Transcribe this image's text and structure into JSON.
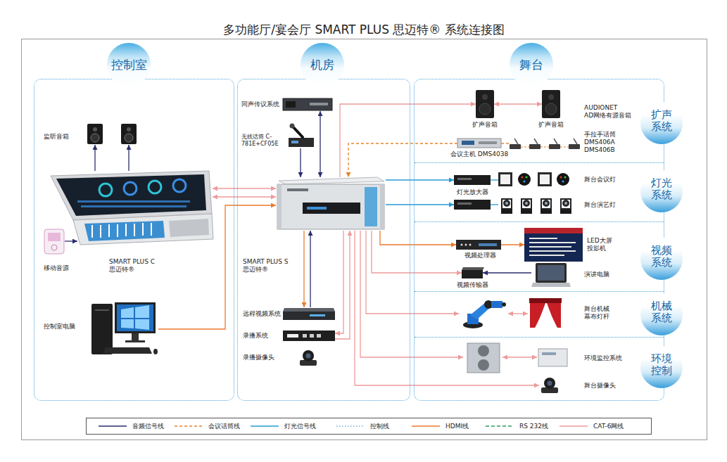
{
  "diagram": {
    "title": "多功能厅/宴会厅 SMART PLUS 思迈特® 系统连接图",
    "nodes": [
      {
        "text": [
          "控制室"
        ]
      },
      {
        "text": [
          "监听音箱"
        ],
        "in": 0
      },
      {
        "text": [
          "SMART PLUS C 思迈特®"
        ],
        "in": 0
      },
      {
        "text": [
          "移动音源"
        ],
        "in": 0
      },
      {
        "text": [
          "控制室电脑"
        ],
        "in": 0
      },
      {
        "text": [
          "机房"
        ]
      },
      {
        "text": [
          "同声传议系统"
        ],
        "in": 5
      },
      {
        "text": [
          "无线话筒 C-781E+CF05E"
        ],
        "in": 5
      },
      {
        "text": [
          "SMART PLUS S 思迈特®"
        ],
        "in": 5
      },
      {
        "text": [
          "远程视频系统"
        ],
        "in": 5
      },
      {
        "text": [
          "录播系统"
        ],
        "in": 5
      },
      {
        "text": [
          "录播摄像头"
        ],
        "in": 5
      },
      {
        "text": [
          "舞台"
        ]
      },
      {
        "text": [
          "扩声系统"
        ],
        "in": 12
      },
      {
        "text": [
          "扩声音箱"
        ],
        "in": 13
      },
      {
        "text": [
          "扩声音箱"
        ],
        "in": 13
      },
      {
        "text": [
          "会议主机 DMS4038"
        ],
        "in": 13
      },
      {
        "text": [
          "手拉手话筒 DMS406A DMS406B"
        ],
        "in": 13
      },
      {
        "text": [
          "灯光系统"
        ],
        "in": 12
      },
      {
        "text": [
          "灯光放大器"
        ],
        "in": 18
      },
      {
        "text": [
          "舞台会议灯"
        ],
        "in": 18
      },
      {
        "text": [
          "舞台演艺灯"
        ],
        "in": 18
      },
      {
        "text": [
          "视频系统"
        ],
        "in": 12
      },
      {
        "text": [
          "视频处理器"
        ],
        "in": 22
      },
      {
        "text": [
          "LED大屏 投影机"
        ],
        "in": 22
      },
      {
        "text": [
          "视频传输器"
        ],
        "in": 22
      },
      {
        "text": [
          "演讲电脑"
        ],
        "in": 22
      },
      {
        "text": [
          "机械系统"
        ],
        "in": 12
      },
      {
        "text": [
          "舞台机械 幕布灯杆"
        ],
        "in": 27
      },
      {
        "text": [
          "环境控制"
        ],
        "in": 12
      },
      {
        "text": [
          "环境监控系统"
        ],
        "in": 29
      },
      {
        "text": [
          "舞台摄像头"
        ],
        "in": 29
      }
    ],
    "edges": [
      {
        "from": 2,
        "to": 8,
        "arrow": "both"
      },
      {
        "from": 2,
        "to": 8,
        "arrow": "both"
      },
      {
        "from": 4,
        "to": 8,
        "arrow": "to"
      },
      {
        "from": 3,
        "to": 2,
        "arrow": "to"
      },
      {
        "from": 2,
        "to": 1,
        "arrow": "to"
      },
      {
        "from": 2,
        "to": 1,
        "arrow": "to"
      },
      {
        "from": 6,
        "to": 8,
        "arrow": "both"
      },
      {
        "from": 7,
        "to": 8,
        "arrow": "to"
      },
      {
        "from": 8,
        "to": 9,
        "arrow": "to"
      },
      {
        "from": 9,
        "to": 8,
        "arrow": "to"
      },
      {
        "from": 8,
        "to": 10,
        "arrow": "to"
      },
      {
        "from": 10,
        "to": 8,
        "arrow": "to"
      },
      {
        "from": 8,
        "to": 14,
        "arrow": "to"
      },
      {
        "from": 14,
        "to": 15,
        "arrow": "both"
      },
      {
        "from": 16,
        "to": 8,
        "arrow": "to"
      },
      {
        "from": 16,
        "to": 17,
        "arrow": "none"
      },
      {
        "from": 8,
        "to": 19,
        "arrow": "to"
      },
      {
        "from": 8,
        "to": 19,
        "arrow": "to"
      },
      {
        "from": 19,
        "to": 20,
        "arrow": "none"
      },
      {
        "from": 19,
        "to": 21,
        "arrow": "none"
      },
      {
        "from": 8,
        "to": 23,
        "arrow": "to"
      },
      {
        "from": 23,
        "to": 24,
        "arrow": "to"
      },
      {
        "from": 8,
        "to": 25,
        "arrow": "to"
      },
      {
        "from": 26,
        "to": 25,
        "arrow": "to"
      },
      {
        "from": 8,
        "to": 28,
        "arrow": "to"
      },
      {
        "from": 8,
        "to": 30,
        "arrow": "to"
      },
      {
        "from": 8,
        "to": 31,
        "arrow": "to"
      }
    ],
    "labels": [
      "AUDIONET AD网络有源音箱"
    ],
    "legend": [
      {
        "text": "音频信号线"
      },
      {
        "text": "会议话筒线"
      },
      {
        "text": "灯光信号线"
      },
      {
        "text": "控制线"
      },
      {
        "text": "HDMI线"
      },
      {
        "text": "RS 232线"
      },
      {
        "text": "CAT-6网线"
      }
    ]
  }
}
